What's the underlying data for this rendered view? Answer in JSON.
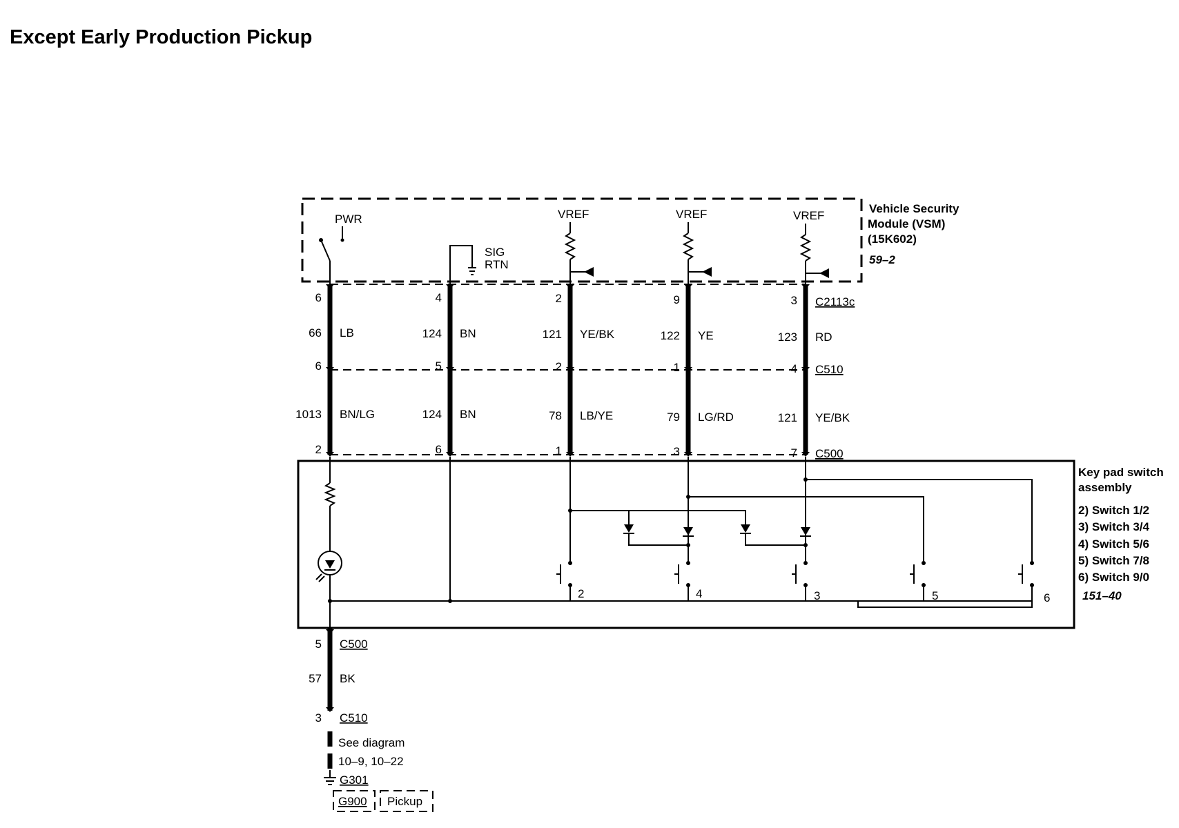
{
  "title": "Except Early Production Pickup",
  "vsm": {
    "name_line1": "Vehicle Security",
    "name_line2": "Module (VSM)",
    "part_number": "(15K602)",
    "page_ref": "59–2",
    "pwr_label": "PWR",
    "sig_line1": "SIG",
    "sig_line2": "RTN",
    "vref_label": "VREF"
  },
  "keypad": {
    "name_line1": "Key pad switch",
    "name_line2": "assembly",
    "switches": [
      "2) Switch 1/2",
      "3) Switch 3/4",
      "4) Switch 5/6",
      "5) Switch 7/8",
      "6) Switch 9/0"
    ],
    "page_ref": "151–40"
  },
  "connectors": {
    "c2113c": "C2113c",
    "c510": "C510",
    "c500": "C500"
  },
  "circuits": [
    {
      "pin_vsm": "6",
      "circ_upper": "66",
      "color_upper": "LB",
      "pin_c510": "6",
      "circ_lower": "1013",
      "color_lower": "BN/LG",
      "pin_c500": "2"
    },
    {
      "pin_vsm": "4",
      "circ_upper": "124",
      "color_upper": "BN",
      "pin_c510": "5",
      "circ_lower": "124",
      "color_lower": "BN",
      "pin_c500": "6"
    },
    {
      "pin_vsm": "2",
      "circ_upper": "121",
      "color_upper": "YE/BK",
      "pin_c510": "2",
      "circ_lower": "78",
      "color_lower": "LB/YE",
      "pin_c500": "1"
    },
    {
      "pin_vsm": "9",
      "circ_upper": "122",
      "color_upper": "YE",
      "pin_c510": "1",
      "circ_lower": "79",
      "color_lower": "LG/RD",
      "pin_c500": "3"
    },
    {
      "pin_vsm": "3",
      "circ_upper": "123",
      "color_upper": "RD",
      "pin_c510": "4",
      "circ_lower": "121",
      "color_lower": "YE/BK",
      "pin_c500": "7"
    }
  ],
  "switch_numbers": [
    "2",
    "4",
    "3",
    "5",
    "6"
  ],
  "ground": {
    "pin_c500": "5",
    "circuit": "57",
    "color": "BK",
    "pin_c510": "3",
    "see_line1": "See diagram",
    "see_line2": "10–9, 10–22",
    "ground_point": "G301",
    "box1": "G900",
    "box2": "Pickup"
  }
}
